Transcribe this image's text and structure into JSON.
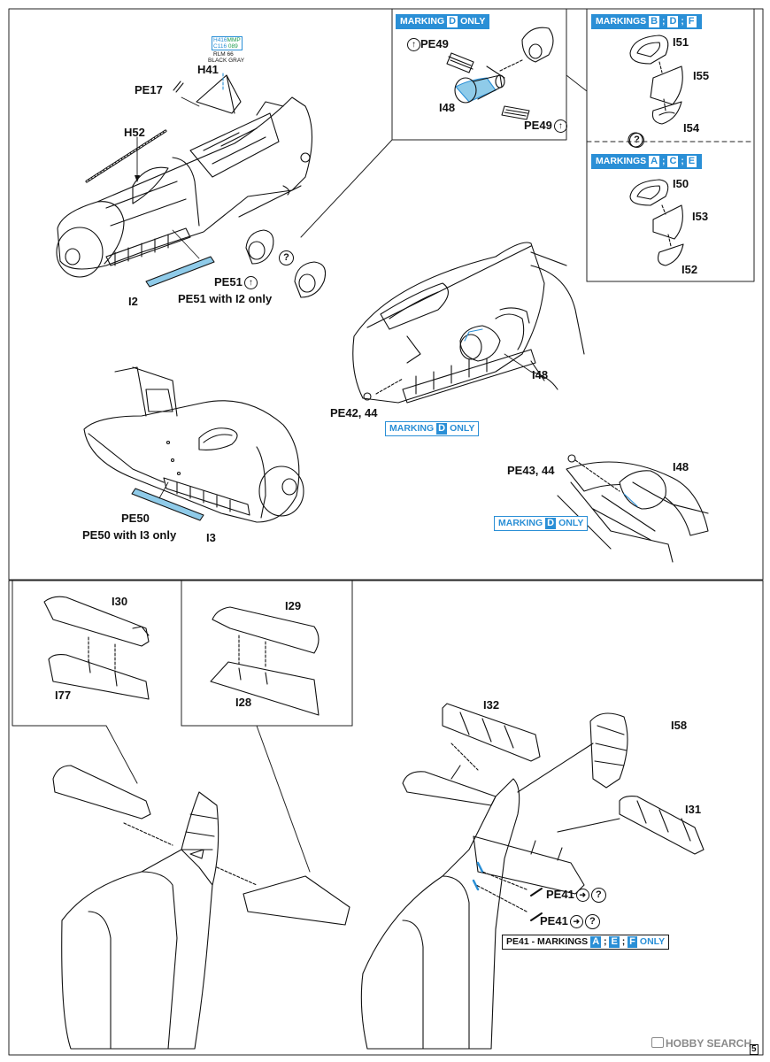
{
  "tags": {
    "marking_d_only_top": {
      "prefix": "MARKING",
      "letters": [
        "D"
      ],
      "suffix": "ONLY"
    },
    "markings_bdf": {
      "prefix": "MARKINGS",
      "letters": [
        "B",
        "D",
        "F"
      ],
      "suffix": ""
    },
    "markings_ace": {
      "prefix": "MARKINGS",
      "letters": [
        "A",
        "C",
        "E"
      ],
      "suffix": ""
    },
    "marking_d_only_mid": {
      "prefix": "MARKING",
      "letters": [
        "D"
      ],
      "suffix": "ONLY"
    },
    "marking_d_only_low": {
      "prefix": "MARKING",
      "letters": [
        "D"
      ],
      "suffix": "ONLY"
    },
    "pe41_markings": {
      "prefix": "PE41 - MARKINGS",
      "letters": [
        "A",
        "E",
        "F"
      ],
      "suffix": "ONLY"
    }
  },
  "paint_callout": {
    "line1a": "H416",
    "line1b": "MMP",
    "line2a": "C116",
    "line2b": "089",
    "line3": "RLM 66",
    "line4": "BLACK GRAY"
  },
  "labels": {
    "h41": "H41",
    "pe17": "PE17",
    "h52": "H52",
    "i2": "I2",
    "pe51": "PE51",
    "pe51_note": "PE51 with I2 only",
    "pe49_top": "PE49",
    "pe49_bottom": "PE49",
    "i48_top": "I48",
    "i51": "I51",
    "i55": "I55",
    "i54": "I54",
    "q_mid": "?",
    "i50": "I50",
    "i53": "I53",
    "i52": "I52",
    "q_cowl": "?",
    "i48_mid": "I48",
    "pe42_44": "PE42, 44",
    "pe50": "PE50",
    "pe50_note": "PE50 with I3 only",
    "i3": "I3",
    "pe43_44": "PE43, 44",
    "i48_low": "I48",
    "i30": "I30",
    "i77": "I77",
    "i29": "I29",
    "i28": "I28",
    "i32": "I32",
    "i58": "I58",
    "i31": "I31",
    "pe41_a": "PE41",
    "pe41_b": "PE41",
    "q_pe41_a": "?",
    "q_pe41_b": "?",
    "watermark": "HOBBY SEARCH",
    "page_number": "5"
  },
  "colors": {
    "accent": "#2a8fd6",
    "ink": "#111111",
    "part_blue": "#8fcbe9"
  }
}
